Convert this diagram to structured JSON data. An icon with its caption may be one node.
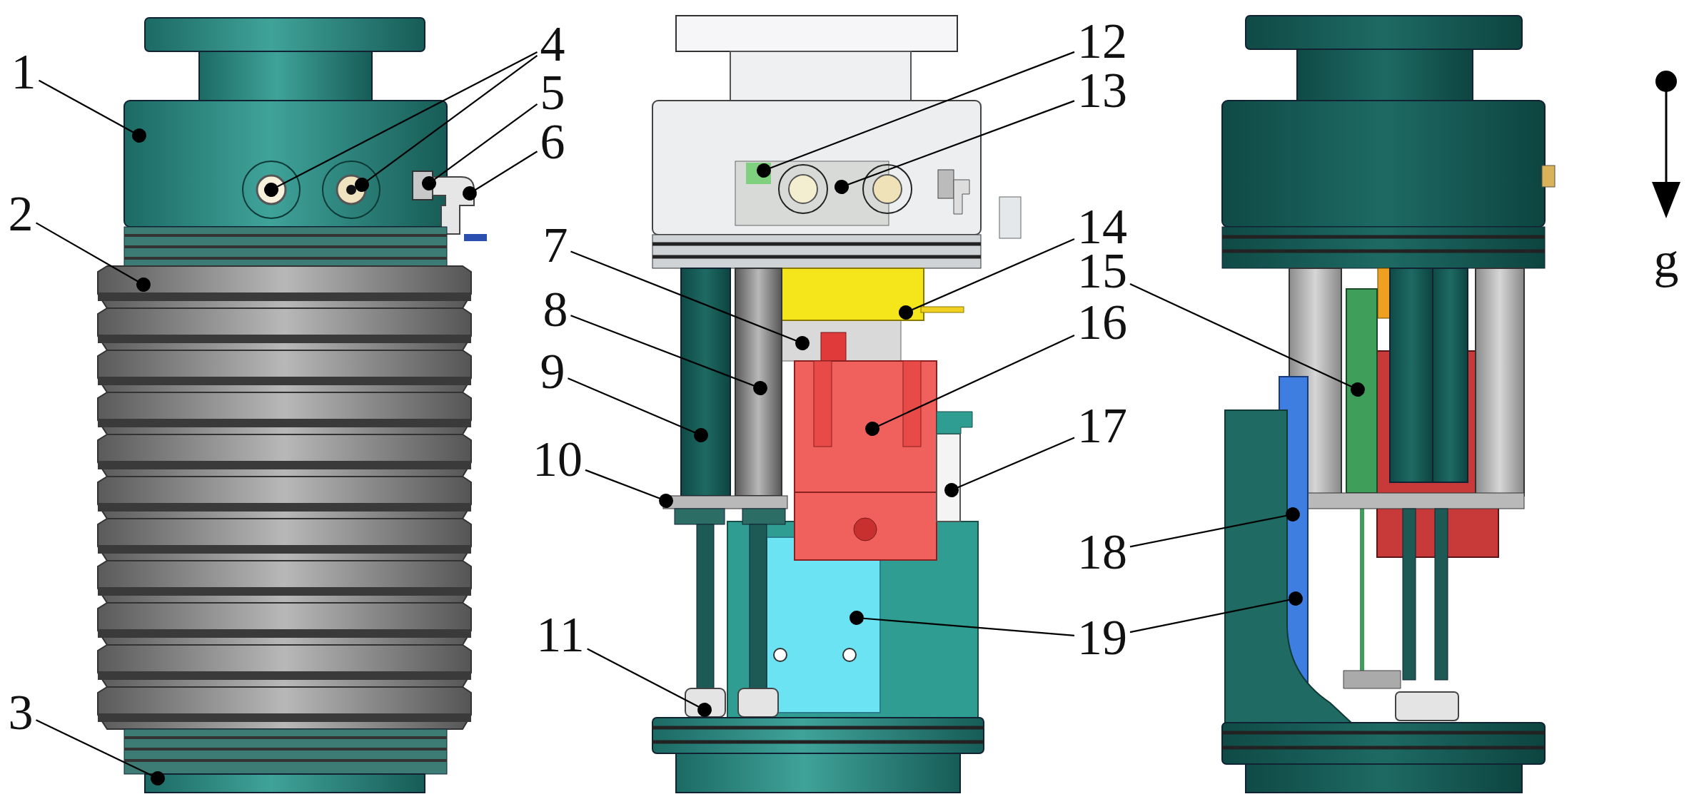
{
  "diagram": {
    "nodes": [
      {
        "text": [
          "1"
        ]
      },
      {
        "text": [
          "2"
        ]
      },
      {
        "text": [
          "3"
        ]
      },
      {
        "text": [
          "4"
        ]
      },
      {
        "text": [
          "5"
        ]
      },
      {
        "text": [
          "6"
        ]
      },
      {
        "text": [
          "7"
        ]
      },
      {
        "text": [
          "8"
        ]
      },
      {
        "text": [
          "9"
        ]
      },
      {
        "text": [
          "10"
        ]
      },
      {
        "text": [
          "11"
        ]
      },
      {
        "text": [
          "12"
        ]
      },
      {
        "text": [
          "13"
        ]
      },
      {
        "text": [
          "14"
        ]
      },
      {
        "text": [
          "15"
        ]
      },
      {
        "text": [
          "16"
        ]
      },
      {
        "text": [
          "17"
        ]
      },
      {
        "text": [
          "18"
        ]
      },
      {
        "text": [
          "19"
        ]
      }
    ],
    "edges": [
      {
        "from": 0,
        "to": null,
        "arrow": "other"
      },
      {
        "from": 1,
        "to": null,
        "arrow": "other"
      },
      {
        "from": 2,
        "to": null,
        "arrow": "other"
      },
      {
        "from": 3,
        "to": null,
        "arrow": "other"
      },
      {
        "from": 3,
        "to": null,
        "arrow": "other"
      },
      {
        "from": 4,
        "to": null,
        "arrow": "other"
      },
      {
        "from": 5,
        "to": null,
        "arrow": "other"
      },
      {
        "from": 6,
        "to": null,
        "arrow": "other"
      },
      {
        "from": 7,
        "to": null,
        "arrow": "other"
      },
      {
        "from": 8,
        "to": null,
        "arrow": "other"
      },
      {
        "from": 9,
        "to": null,
        "arrow": "other"
      },
      {
        "from": 10,
        "to": null,
        "arrow": "other"
      },
      {
        "from": 11,
        "to": null,
        "arrow": "other"
      },
      {
        "from": 12,
        "to": null,
        "arrow": "other"
      },
      {
        "from": 13,
        "to": null,
        "arrow": "other"
      },
      {
        "from": 14,
        "to": null,
        "arrow": "other"
      },
      {
        "from": 15,
        "to": null,
        "arrow": "other"
      },
      {
        "from": 16,
        "to": null,
        "arrow": "other"
      },
      {
        "from": 17,
        "to": null,
        "arrow": "other"
      },
      {
        "from": 18,
        "to": null,
        "arrow": "other"
      },
      {
        "from": 18,
        "to": null,
        "arrow": "other"
      }
    ],
    "labels": [
      "g"
    ]
  }
}
